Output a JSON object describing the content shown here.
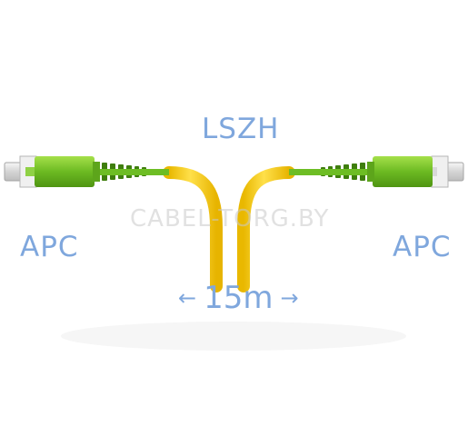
{
  "labels": {
    "jacket": "LSZH",
    "connector_left": "APC",
    "connector_right": "APC",
    "length": "15m",
    "arrow_left": "←",
    "arrow_right": "→",
    "watermark": "CABEL-TORG.BY"
  },
  "colors": {
    "label_blue": "#7fa7dd",
    "cable_yellow": "#f2cc1e",
    "connector_green": "#7fc530",
    "ferrule_white": "#e9e9e9"
  },
  "icons": [
    "sc-apc-connector-icon",
    "fiber-cable-icon"
  ]
}
